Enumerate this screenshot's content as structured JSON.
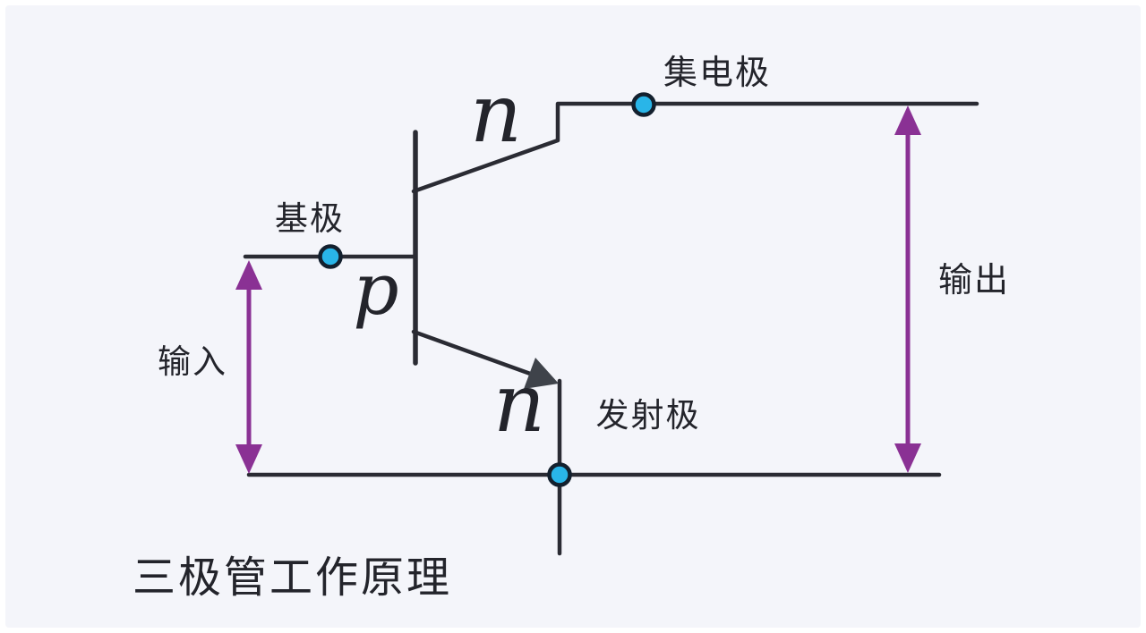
{
  "title": "三极管工作原理",
  "labels": {
    "collector": "集电极",
    "base": "基极",
    "emitter": "发射极",
    "input": "输入",
    "output": "输出",
    "n_top": "n",
    "p_middle": "p",
    "n_bottom": "n"
  },
  "colors": {
    "line": "#2a2b33",
    "terminal_dot_fill": "#29b5e8",
    "terminal_dot_ring": "#13202e",
    "arrow_purple": "#8a3194",
    "emitter_arrowhead": "#3f434a",
    "background": "#f4f5fa",
    "text": "#23242b"
  },
  "diagram_meta": {
    "transistor_type": "npn",
    "terminals": [
      "基极",
      "集电极",
      "发射极"
    ],
    "regions": [
      "n",
      "p",
      "n"
    ]
  }
}
